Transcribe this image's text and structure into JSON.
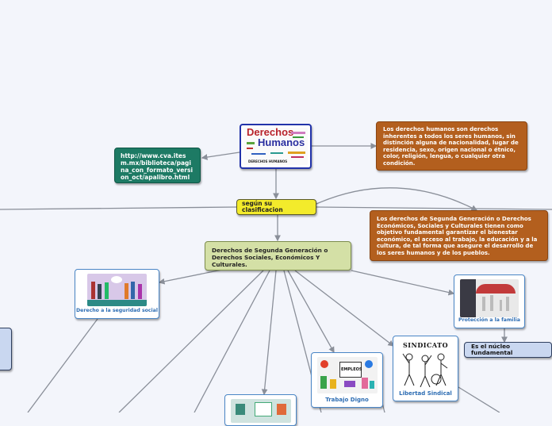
{
  "central": {
    "title_line1": "Derechos",
    "title_line2": "Humanos",
    "caption": "DERECHOS HUMANOS"
  },
  "link": {
    "text": "http://www.cva.itesm.mx/biblioteca/pagina_con_formato_version_oct/apalibro.html"
  },
  "definition": {
    "text": "Los derechos humanos son derechos inherentes a todos los seres humanos, sin distinción alguna de nacionalidad, lugar de residencia, sexo, origen nacional o étnico, color, religión, lengua, o cualquier otra condición."
  },
  "classification": {
    "text": "según su clasificacion"
  },
  "second_gen_desc": {
    "text": "Los derechos de Segunda Generación o Derechos Económicos, Sociales y Culturales tienen como objetivo fundamental garantizar el bienestar económico, el acceso al trabajo, la educación y a la cultura, de tal forma que asegure el desarrollo de los seres humanos y de los pueblos."
  },
  "second_gen": {
    "text": "Derechos de Segunda Generación o Derechos Sociales, Económicos Y Culturales."
  },
  "children": {
    "social_security": "Derecho a la seguridad social",
    "family_protection": "Protección a la familia",
    "family_core": "Es el núcleo fundamental",
    "union_freedom": "Libertad Sindical",
    "union_sign": "SINDICATO",
    "decent_work": "Trabajo Digno",
    "jobs_sign": "EMPLEOS"
  },
  "colors": {
    "background": "#f3f5fb",
    "brown": "#b35f1e",
    "green": "#1d7a64",
    "yellow": "#f3eb2b",
    "lime": "#d4e0a6",
    "card_border": "#4a86c6",
    "connector": "#8a8f99"
  }
}
